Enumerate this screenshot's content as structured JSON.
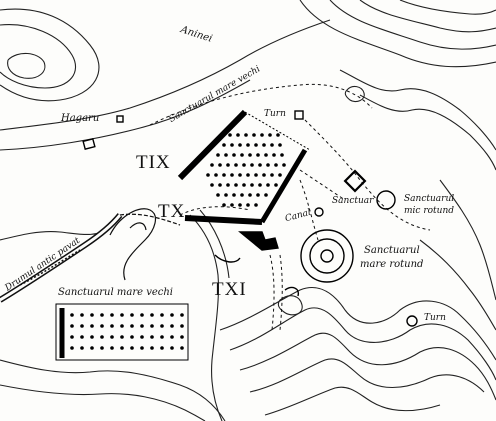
{
  "labels": {
    "river": "Aninei",
    "hagaru": "Hagaru",
    "t9": "TIX",
    "t10": "TX",
    "t11": "TXI",
    "sanct_large_rect_upper": "Sanctuarul mare vechi",
    "sanct_large_rect_lower": "Sanctuarul mare vechi",
    "road": "Drumul antic pavat",
    "tower1": "Turn",
    "tower2": "Turn",
    "sanct_small": "Sanctuar",
    "sanct_small_round_1": "Sanctuarul",
    "sanct_small_round_2": "mic rotund",
    "sanct_big_round_1": "Sanctuarul",
    "sanct_big_round_2": "mare rotund",
    "canal": "Canal"
  }
}
